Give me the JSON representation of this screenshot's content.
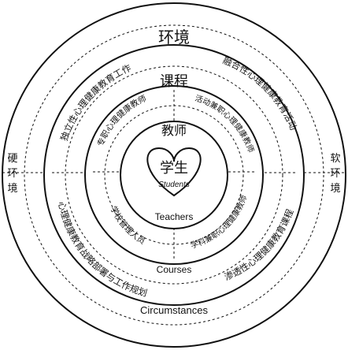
{
  "env": {
    "title": "环境",
    "en": "Circumstances"
  },
  "course": {
    "title": "课程",
    "en": "Courses"
  },
  "teacher": {
    "title": "教师",
    "en": "Teachers"
  },
  "student": {
    "title": "学生",
    "en": "Students"
  },
  "hard_env": [
    "硬",
    "环",
    "境"
  ],
  "soft_env": [
    "软",
    "环",
    "境"
  ],
  "ring_env": {
    "q1": "独立性心理健康教育工作",
    "q2": "融合性心理健康教育活动",
    "q3": "渗透性心理健康教育课程",
    "q4": "心理健康教育战略部署与工作规划"
  },
  "ring_course": {
    "q1": "专职心理健康教师",
    "q2": "活动兼职心理健康教师",
    "q3": "学科兼职心理健康教师",
    "q4": "学校管理人员"
  }
}
